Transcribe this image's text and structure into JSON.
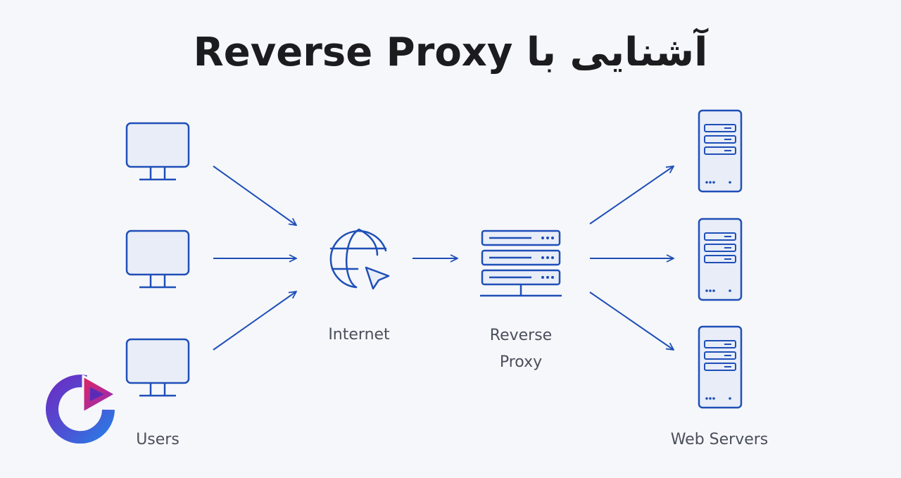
{
  "title": "آشنایی با Reverse Proxy",
  "labels": {
    "users": "Users",
    "internet": "Internet",
    "reverse_proxy_line1": "Reverse",
    "reverse_proxy_line2": "Proxy",
    "web_servers": "Web Servers"
  },
  "icons": {
    "user": "monitor-icon",
    "internet": "globe-cursor-icon",
    "proxy": "server-rack-icon",
    "web_server": "server-tower-icon",
    "logo": "brand-logo-icon"
  },
  "colors": {
    "accent": "#1f4fb8",
    "icon_fill": "#e8edf8",
    "background": "#f6f7fa",
    "title": "#1c1c1e",
    "label": "#4a4f5c"
  }
}
